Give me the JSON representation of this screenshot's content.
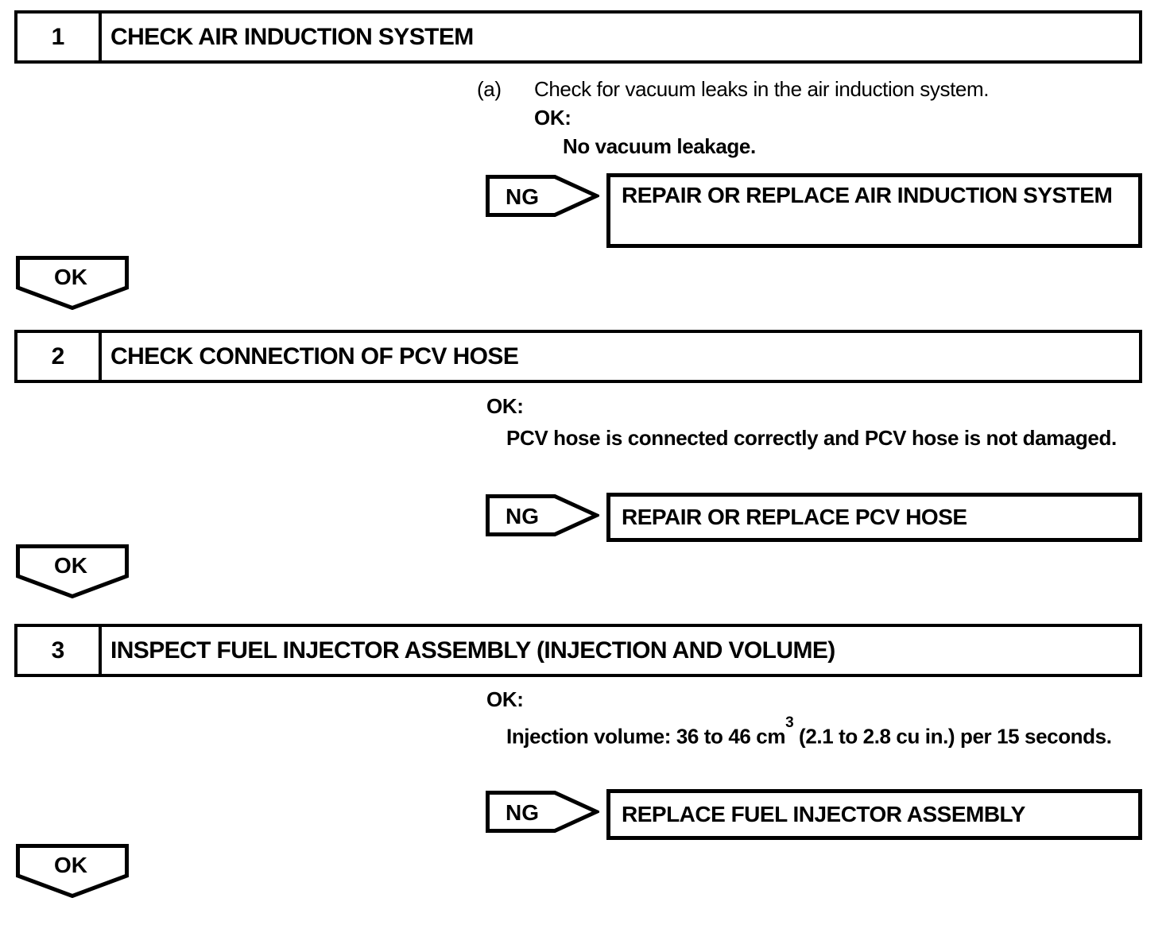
{
  "flowchart": {
    "colors": {
      "ink": "#000000",
      "paper": "#ffffff"
    },
    "ok_connector_label": "OK",
    "ng_label": "NG",
    "steps": [
      {
        "number": "1",
        "title": "CHECK AIR INDUCTION SYSTEM",
        "substep_marker": "(a)",
        "substep_text": "Check for vacuum leaks in the air induction system.",
        "ok_heading": "OK:",
        "ok_criteria": "No vacuum leakage.",
        "ng_action": "REPAIR OR REPLACE AIR INDUCTION SYSTEM"
      },
      {
        "number": "2",
        "title": "CHECK CONNECTION OF PCV HOSE",
        "ok_heading": "OK:",
        "ok_criteria": "PCV hose is connected correctly and PCV hose is not damaged.",
        "ng_action": "REPAIR OR REPLACE PCV HOSE"
      },
      {
        "number": "3",
        "title": "INSPECT FUEL INJECTOR ASSEMBLY (INJECTION AND VOLUME)",
        "ok_heading": "OK:",
        "ok_criteria_pre": "Injection volume: 36 to 46 cm",
        "ok_criteria_sup": "3",
        "ok_criteria_post": " (2.1 to 2.8 cu in.) per 15 seconds.",
        "ng_action": "REPLACE FUEL INJECTOR ASSEMBLY"
      }
    ]
  }
}
